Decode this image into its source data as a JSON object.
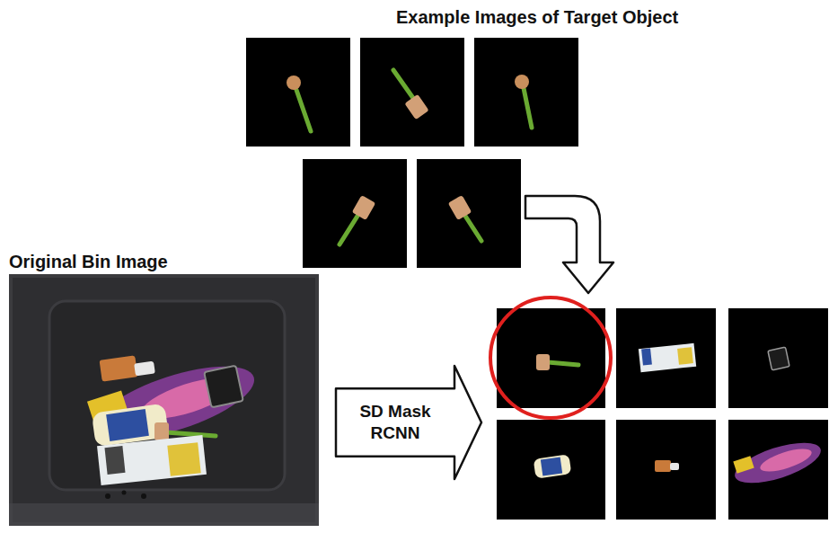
{
  "diagram": {
    "title": "Example Images of Target Object",
    "nodes": [
      {
        "text": [
          "SD Mask RCNN"
        ]
      }
    ],
    "labels": [
      "Original Bin Image"
    ]
  }
}
